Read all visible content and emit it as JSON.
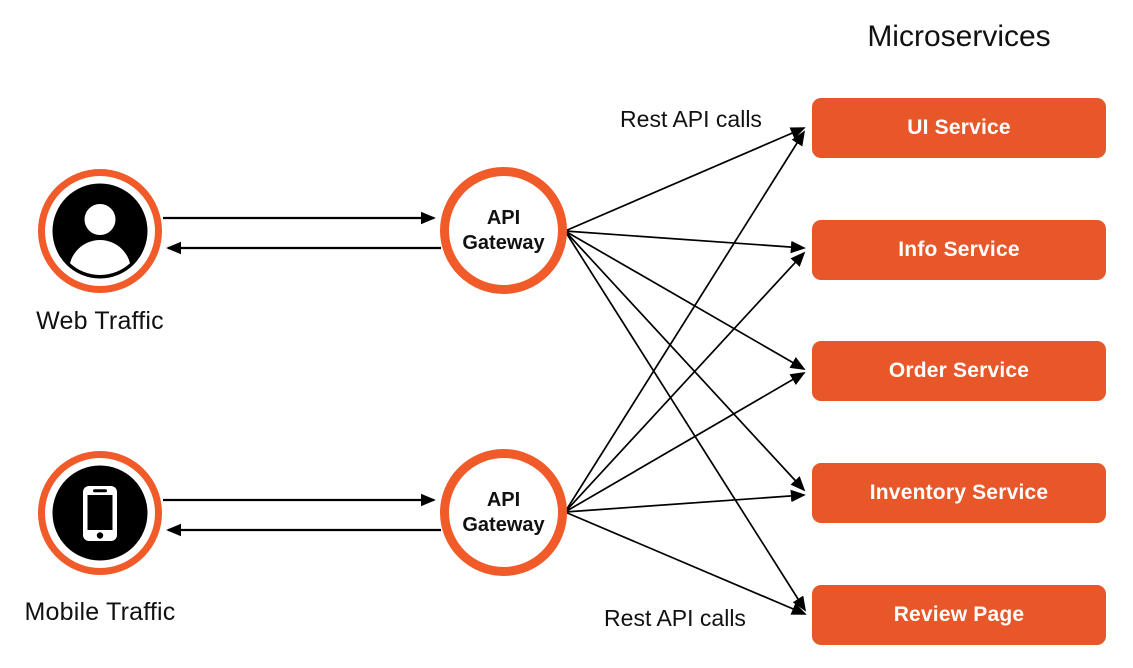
{
  "title": "Microservices",
  "sources": [
    {
      "label": "Web Traffic",
      "icon": "user-icon"
    },
    {
      "label": "Mobile Traffic",
      "icon": "smartphone-icon"
    }
  ],
  "gateways": [
    {
      "label": "API Gateway"
    },
    {
      "label": "API Gateway"
    }
  ],
  "services": [
    {
      "label": "UI Service"
    },
    {
      "label": "Info Service"
    },
    {
      "label": "Order Service"
    },
    {
      "label": "Inventory Service"
    },
    {
      "label": "Review Page"
    }
  ],
  "annotations": {
    "top": "Rest API calls",
    "bottom": "Rest API calls"
  },
  "colors": {
    "accent_orange": "#F15A29",
    "service_box_orange": "#E8572A",
    "arrow_black": "#000000",
    "text_dark": "#111111"
  }
}
